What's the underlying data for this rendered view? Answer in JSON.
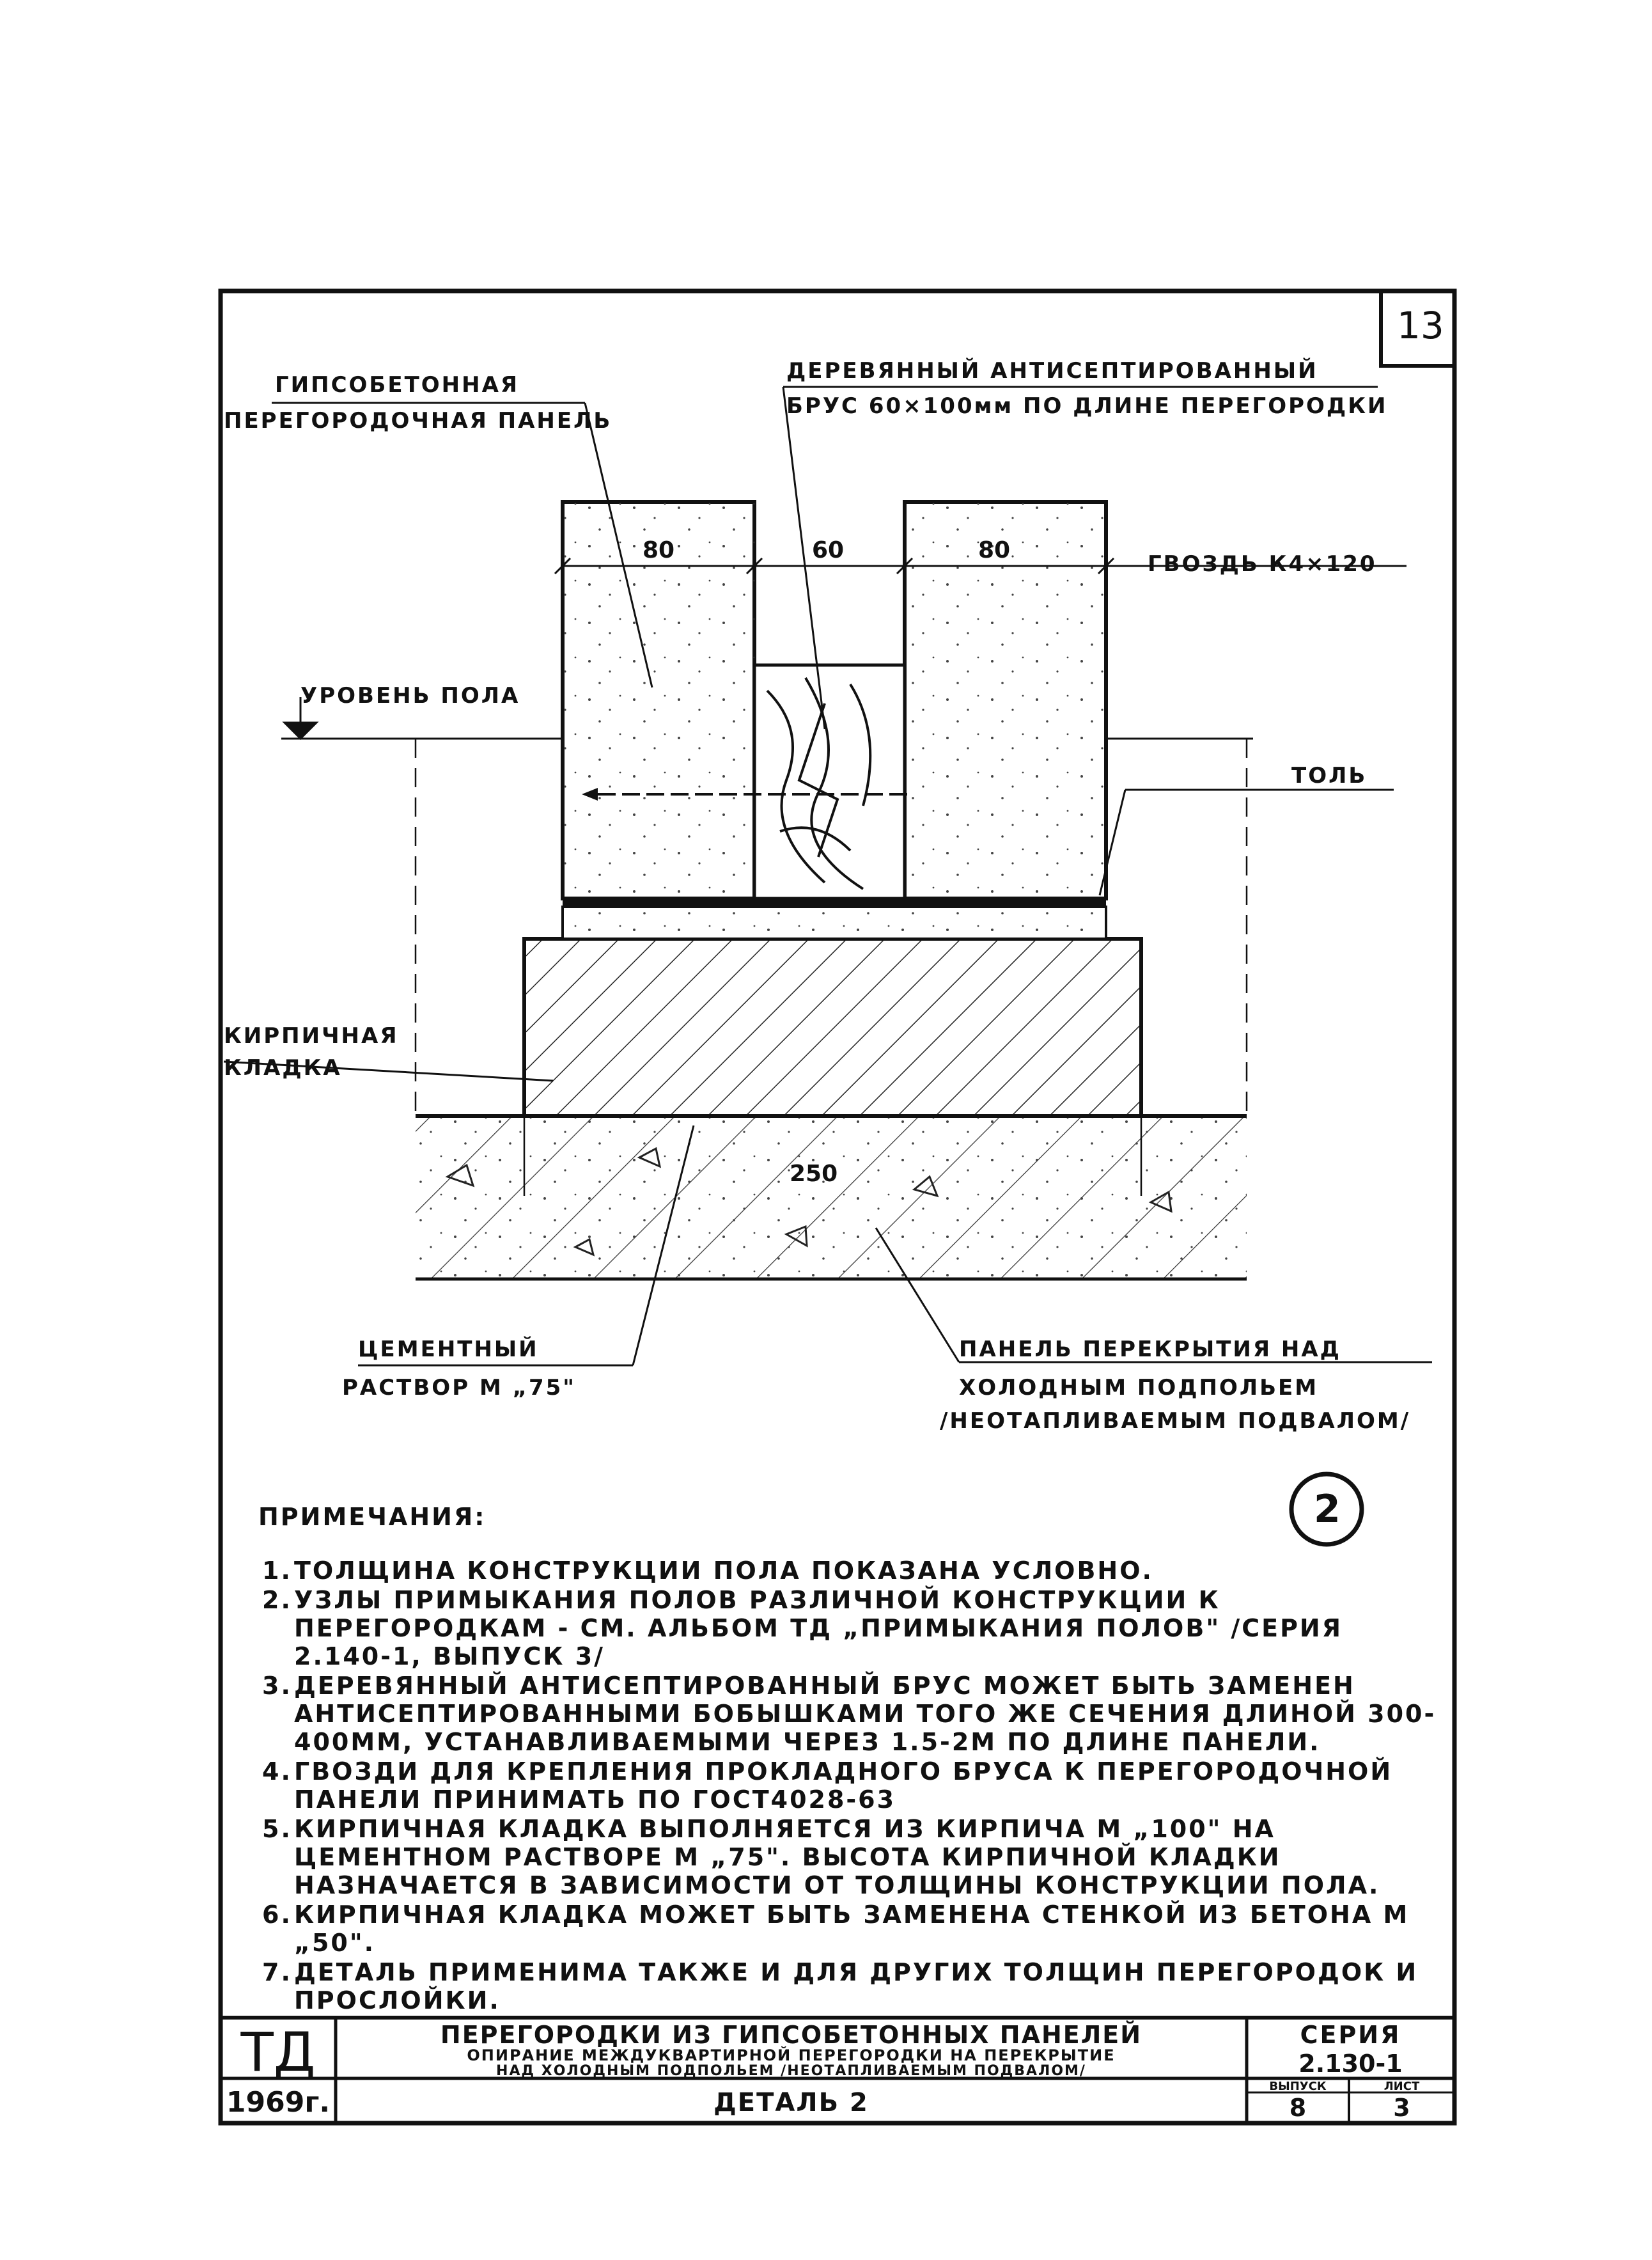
{
  "sheet_corner_number": "13",
  "labels": {
    "gypsum_panel_line1": "ГИПСОБЕТОННАЯ",
    "gypsum_panel_line2": "ПЕРЕГОРОДОЧНАЯ ПАНЕЛЬ",
    "timber_line1": "ДЕРЕВЯННЫЙ АНТИСЕПТИРОВАННЫЙ",
    "timber_line2": "БРУС 60×100мм ПО ДЛИНЕ ПЕРЕГОРОДКИ",
    "nail": "ГВОЗДЬ К4×120",
    "floor_level": "УРОВЕНЬ ПОЛА",
    "tol": "ТОЛЬ",
    "brick_line1": "КИРПИЧНАЯ",
    "brick_line2": "КЛАДКА",
    "mortar_line1": "ЦЕМЕНТНЫЙ",
    "mortar_line2": "РАСТВОР М „75\"",
    "slab_line1": "ПАНЕЛЬ ПЕРЕКРЫТИЯ НАД",
    "slab_line2": "ХОЛОДНЫМ ПОДПОЛЬЕМ",
    "slab_line3": "/НЕОТАПЛИВАЕМЫМ ПОДВАЛОМ/"
  },
  "dimensions": {
    "left_panel": "80",
    "timber": "60",
    "right_panel": "80",
    "base_width": "250"
  },
  "detail_marker": "2",
  "notes": {
    "heading": "ПРИМЕЧАНИЯ:",
    "items": [
      {
        "num": "1.",
        "text": "ТОЛЩИНА КОНСТРУКЦИИ ПОЛА ПОКАЗАНА УСЛОВНО."
      },
      {
        "num": "2.",
        "text": "УЗЛЫ ПРИМЫКАНИЯ ПОЛОВ РАЗЛИЧНОЙ КОНСТРУКЦИИ К ПЕРЕГОРОДКАМ - СМ. АЛЬБОМ ТД „ПРИМЫКАНИЯ ПОЛОВ\" /СЕРИЯ 2.140-1, ВЫПУСК 3/"
      },
      {
        "num": "3.",
        "text": "ДЕРЕВЯННЫЙ АНТИСЕПТИРОВАННЫЙ БРУС МОЖЕТ БЫТЬ ЗАМЕНЕН АНТИСЕПТИРОВАННЫМИ БОБЫШКАМИ ТОГО ЖЕ СЕЧЕНИЯ ДЛИНОЙ 300-400ММ, УСТАНАВЛИВАЕМЫМИ ЧЕРЕЗ 1.5-2М ПО ДЛИНЕ ПАНЕЛИ."
      },
      {
        "num": "4.",
        "text": "ГВОЗДИ ДЛЯ КРЕПЛЕНИЯ ПРОКЛАДНОГО БРУСА К ПЕРЕГОРОДОЧНОЙ ПАНЕЛИ ПРИНИМАТЬ ПО ГОСТ4028-63"
      },
      {
        "num": "5.",
        "text": "КИРПИЧНАЯ КЛАДКА ВЫПОЛНЯЕТСЯ ИЗ КИРПИЧА М „100\" НА ЦЕМЕНТНОМ РАСТВОРЕ М „75\". ВЫСОТА КИРПИЧНОЙ КЛАДКИ НАЗНАЧАЕТСЯ В ЗАВИСИМОСТИ ОТ ТОЛЩИНЫ КОНСТРУКЦИИ ПОЛА."
      },
      {
        "num": "6.",
        "text": "КИРПИЧНАЯ КЛАДКА МОЖЕТ БЫТЬ ЗАМЕНЕНА СТЕНКОЙ ИЗ БЕТОНА М „50\"."
      },
      {
        "num": "7.",
        "text": "ДЕТАЛЬ ПРИМЕНИМА ТАКЖЕ И ДЛЯ ДРУГИХ ТОЛЩИН ПЕРЕГОРОДОК И ПРОСЛОЙКИ."
      }
    ]
  },
  "title_block": {
    "org": "ТД",
    "year": "1969г.",
    "title_line1": "ПЕРЕГОРОДКИ ИЗ ГИПСОБЕТОННЫХ ПАНЕЛЕЙ",
    "title_line2": "ОПИРАНИЕ МЕЖДУКВАРТИРНОЙ ПЕРЕГОРОДКИ НА ПЕРЕКРЫТИЕ",
    "title_line3": "НАД ХОЛОДНЫМ ПОДПОЛЬЕМ /НЕОТАПЛИВАЕМЫМ ПОДВАЛОМ/",
    "detail": "ДЕТАЛЬ 2",
    "series_label": "СЕРИЯ",
    "series_value": "2.130-1",
    "issue_label": "ВЫПУСК",
    "issue_value": "8",
    "sheet_label": "ЛИСТ",
    "sheet_value": "3"
  }
}
